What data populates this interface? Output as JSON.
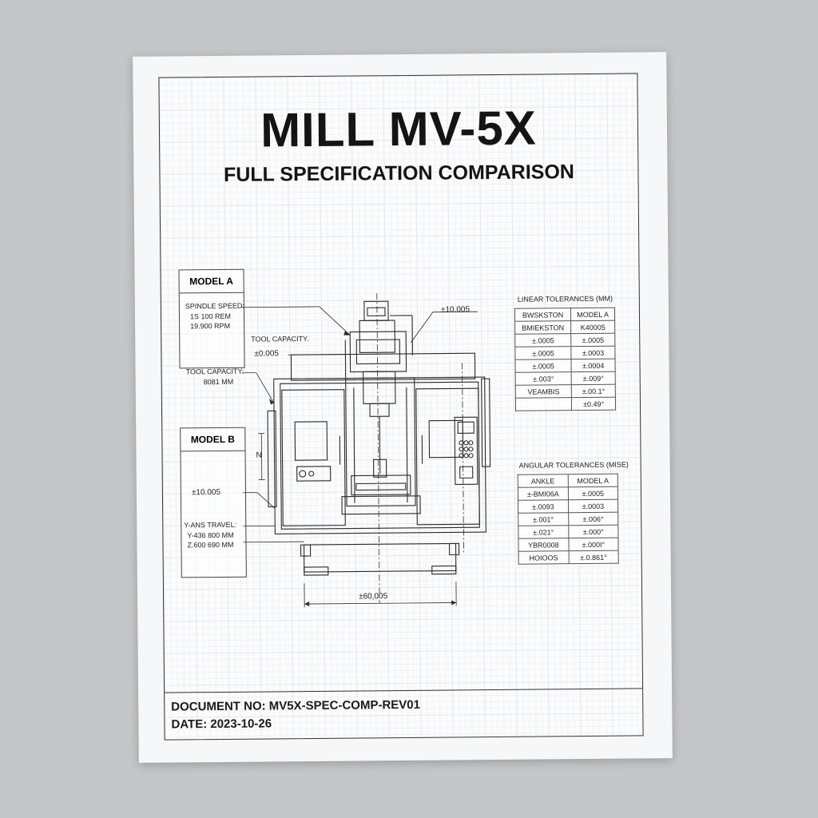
{
  "document": {
    "title": "MILL MV-5X",
    "subtitle": "FULL SPECIFICATION COMPARISON",
    "doc_no": "DOCUMENT NO: MV5X-SPEC-COMP-REV01",
    "date": "DATE: 2023-10-26"
  },
  "model_a": {
    "header": "MODEL A",
    "spindle_label": "SPINDLE SPEED:",
    "spindle_line1": "1S 100 REM",
    "spindle_line2": "19.900 RPM",
    "tool_capacity_label": "TOOL CAPACITY:",
    "tool_capacity_value": "8081 MM"
  },
  "model_b": {
    "header": "MODEL B",
    "tolerance": "±10.005",
    "travel_label": "Y-ANS TRAVEL:",
    "travel_line1": "Y-436 800 MM",
    "travel_line2": "Z.600 690 MM"
  },
  "callouts": {
    "top_right": "±10.005",
    "tool_capacity": "TOOL CAPACITY.",
    "tool_tolerance": "±0.005",
    "bottom_dim": "±60,005",
    "side_dim": "N"
  },
  "linear_table": {
    "title": "LINEAR TOLERANCES (MM)",
    "headers": [
      "BWSKSTON",
      "MODEL A"
    ],
    "rows": [
      [
        "BMIEKSTON",
        "K40005"
      ],
      [
        "±.0005",
        "±.0005"
      ],
      [
        "±.0005",
        "±.0003"
      ],
      [
        "±.0005",
        "±.0004"
      ],
      [
        "±.003°",
        "±.009°"
      ],
      [
        "VEAMBIS",
        "±.00.1°"
      ],
      [
        "",
        "±0.49°"
      ]
    ]
  },
  "angular_table": {
    "title": "ANGULAR TOLERANCES (MISE)",
    "headers": [
      "ANKLE",
      "MODEL A"
    ],
    "rows": [
      [
        "±-BMI06A",
        "±.0005"
      ],
      [
        "±.0093",
        "±.0003"
      ],
      [
        "±.001°",
        "±.006°"
      ],
      [
        "±.021°",
        "±.000°"
      ],
      [
        "YBR0008",
        "±.000I°"
      ],
      [
        "HOIOOS",
        "±.0.861°"
      ]
    ]
  }
}
